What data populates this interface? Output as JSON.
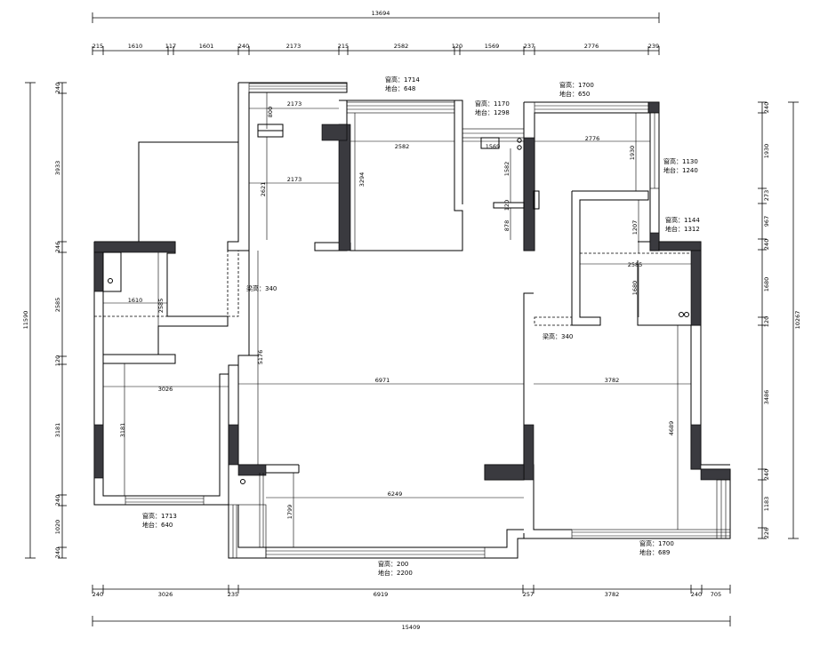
{
  "dimensions": {
    "top_total": "13694",
    "top_segments": [
      "215",
      "1610",
      "117",
      "1601",
      "240",
      "2173",
      "215",
      "2582",
      "120",
      "1569",
      "237",
      "2776",
      "239"
    ],
    "bottom_total": "15409",
    "bottom_segments": [
      "240",
      "3026",
      "235",
      "6919",
      "257",
      "3782",
      "240",
      "705"
    ],
    "left_total": "11590",
    "left_segments": [
      "240",
      "3933",
      "246",
      "2585",
      "120",
      "3181",
      "240",
      "1020",
      "240"
    ],
    "right_total": "10267",
    "right_segments": [
      "240",
      "1930",
      "273",
      "967",
      "240",
      "1680",
      "120",
      "3486",
      "240",
      "1183",
      "226"
    ]
  },
  "interior_dims": {
    "d2173a": "2173",
    "d800": "800",
    "d2173b": "2173",
    "d2621": "2621",
    "d3294": "3294",
    "d2582": "2582",
    "d1569": "1569",
    "d1582": "1582",
    "d120": "120",
    "d878": "878",
    "d2776": "2776",
    "d1930": "1930",
    "d1207": "1207",
    "d2585r": "2585",
    "d1680": "1680",
    "d1610": "1610",
    "d2585l": "2585",
    "d5176": "5176",
    "d3026": "3026",
    "d3181": "3181",
    "d6971": "6971",
    "d3782": "3782",
    "d4689": "4689",
    "d6249": "6249",
    "d1799": "1799"
  },
  "notes": {
    "w1": [
      "窗高：1714",
      "地台：648"
    ],
    "w2": [
      "窗高：1170",
      "地台：1298"
    ],
    "w3": [
      "窗高：1700",
      "地台：650"
    ],
    "w4": [
      "窗高：1130",
      "地台：1240"
    ],
    "w5": [
      "窗高：1144",
      "地台：1312"
    ],
    "beam_left": "梁高：340",
    "beam_right": "梁高：340",
    "w6": [
      "窗高：1713",
      "地台：640"
    ],
    "w7": [
      "窗高：200",
      "地台：2200"
    ],
    "w8": [
      "窗高：1700",
      "地台：689"
    ]
  }
}
